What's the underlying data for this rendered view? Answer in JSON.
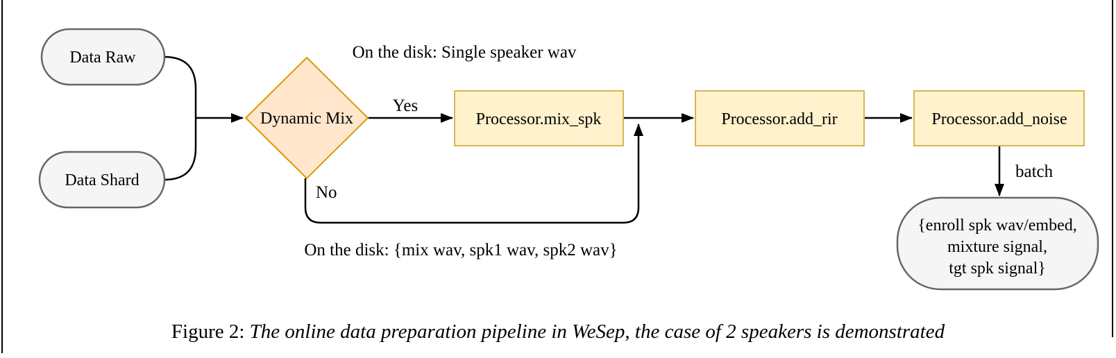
{
  "diagram": {
    "nodes": {
      "data_raw": {
        "label": "Data Raw"
      },
      "data_shard": {
        "label": "Data Shard"
      },
      "dynamic_mix": {
        "label": "Dynamic Mix"
      },
      "mix_spk": {
        "label": "Processor.mix_spk"
      },
      "add_rir": {
        "label": "Processor.add_rir"
      },
      "add_noise": {
        "label": "Processor.add_noise"
      },
      "output": {
        "line1": "{enroll spk wav/embed,",
        "line2": "mixture signal,",
        "line3": "tgt spk signal}"
      }
    },
    "labels": {
      "disk_top": "On the disk: Single speaker wav",
      "disk_bottom": "On the disk: {mix wav, spk1 wav, spk2 wav}",
      "yes": "Yes",
      "no": "No",
      "batch": "batch"
    },
    "colors": {
      "gray_node_fill": "#f5f5f5",
      "gray_node_border": "#666666",
      "diamond_fill": "#ffe6cc",
      "diamond_border": "#d79b00",
      "process_fill": "#fff2cc",
      "process_border": "#d6b656",
      "line": "#000000"
    }
  },
  "caption": {
    "prefix": "Figure 2: ",
    "text": "The online data preparation pipeline in WeSep, the case of 2 speakers is demonstrated"
  }
}
